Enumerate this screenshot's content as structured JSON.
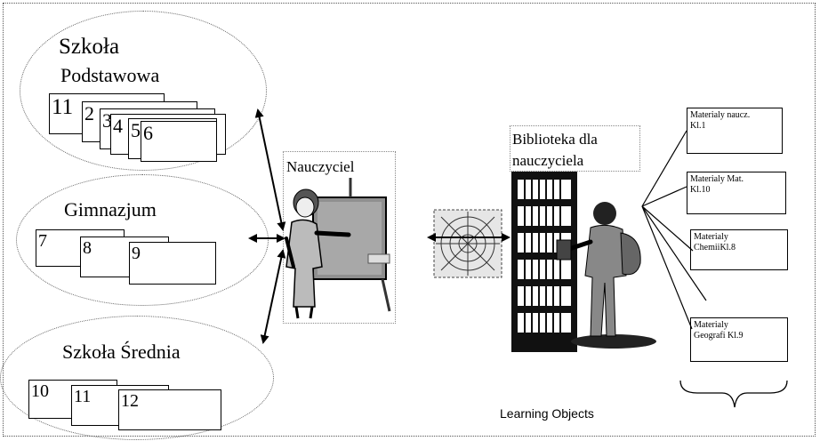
{
  "primary_school": {
    "title_line1": "Szkoła",
    "title_line2": "Podstawowa",
    "grades": [
      "11",
      "2",
      "3",
      "4",
      "5",
      "6"
    ]
  },
  "middle_school": {
    "title": "Gimnazjum",
    "grades": [
      "7",
      "8",
      "9"
    ]
  },
  "high_school": {
    "title": "Szkoła Średnia",
    "grades": [
      "10",
      "11",
      "12"
    ]
  },
  "teacher": {
    "label": "Nauczyciel"
  },
  "library": {
    "label_line1": "Biblioteka dla",
    "label_line2": "nauczyciela"
  },
  "materials": [
    {
      "line1": "Materialy naucz.",
      "line2": "Kl.1"
    },
    {
      "line1": "Materialy Mat.",
      "line2": "Kl.10"
    },
    {
      "line1": "Materialy",
      "line2": "ChemiiKl.8"
    },
    {
      "line1": "Materialy",
      "line2": "Geografi Kl.9"
    }
  ],
  "learning_objects": {
    "label": "Learning Objects"
  },
  "icons": [
    "teacher-clipart-icon",
    "web-icon",
    "library-clipart-icon"
  ]
}
